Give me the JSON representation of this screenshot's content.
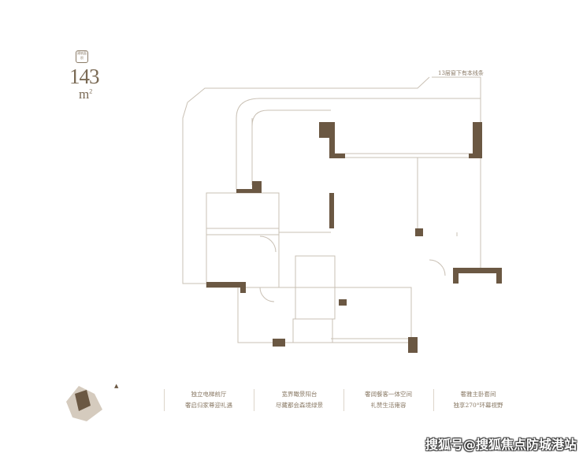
{
  "header": {
    "badge": "建筑面积",
    "area_value": "143",
    "area_unit": "m",
    "area_unit_sup": "2"
  },
  "plan": {
    "note": "13层窗下有本线条",
    "wall_color": "#6b5843",
    "line_color": "#c9c0b4"
  },
  "features": [
    {
      "line1": "独立电梯前厅",
      "line2": "奢启归家尊迎礼遇"
    },
    {
      "line1": "宽界瞰景阳台",
      "line2": "尽藏都会森境绿景"
    },
    {
      "line1": "奢阔餐客一体空间",
      "line2": "礼赞生活雍容"
    },
    {
      "line1": "奢雅主卧套间",
      "line2": "独享270°环幕视野"
    }
  ],
  "watermark": "搜狐号@搜狐焦点防城港站"
}
